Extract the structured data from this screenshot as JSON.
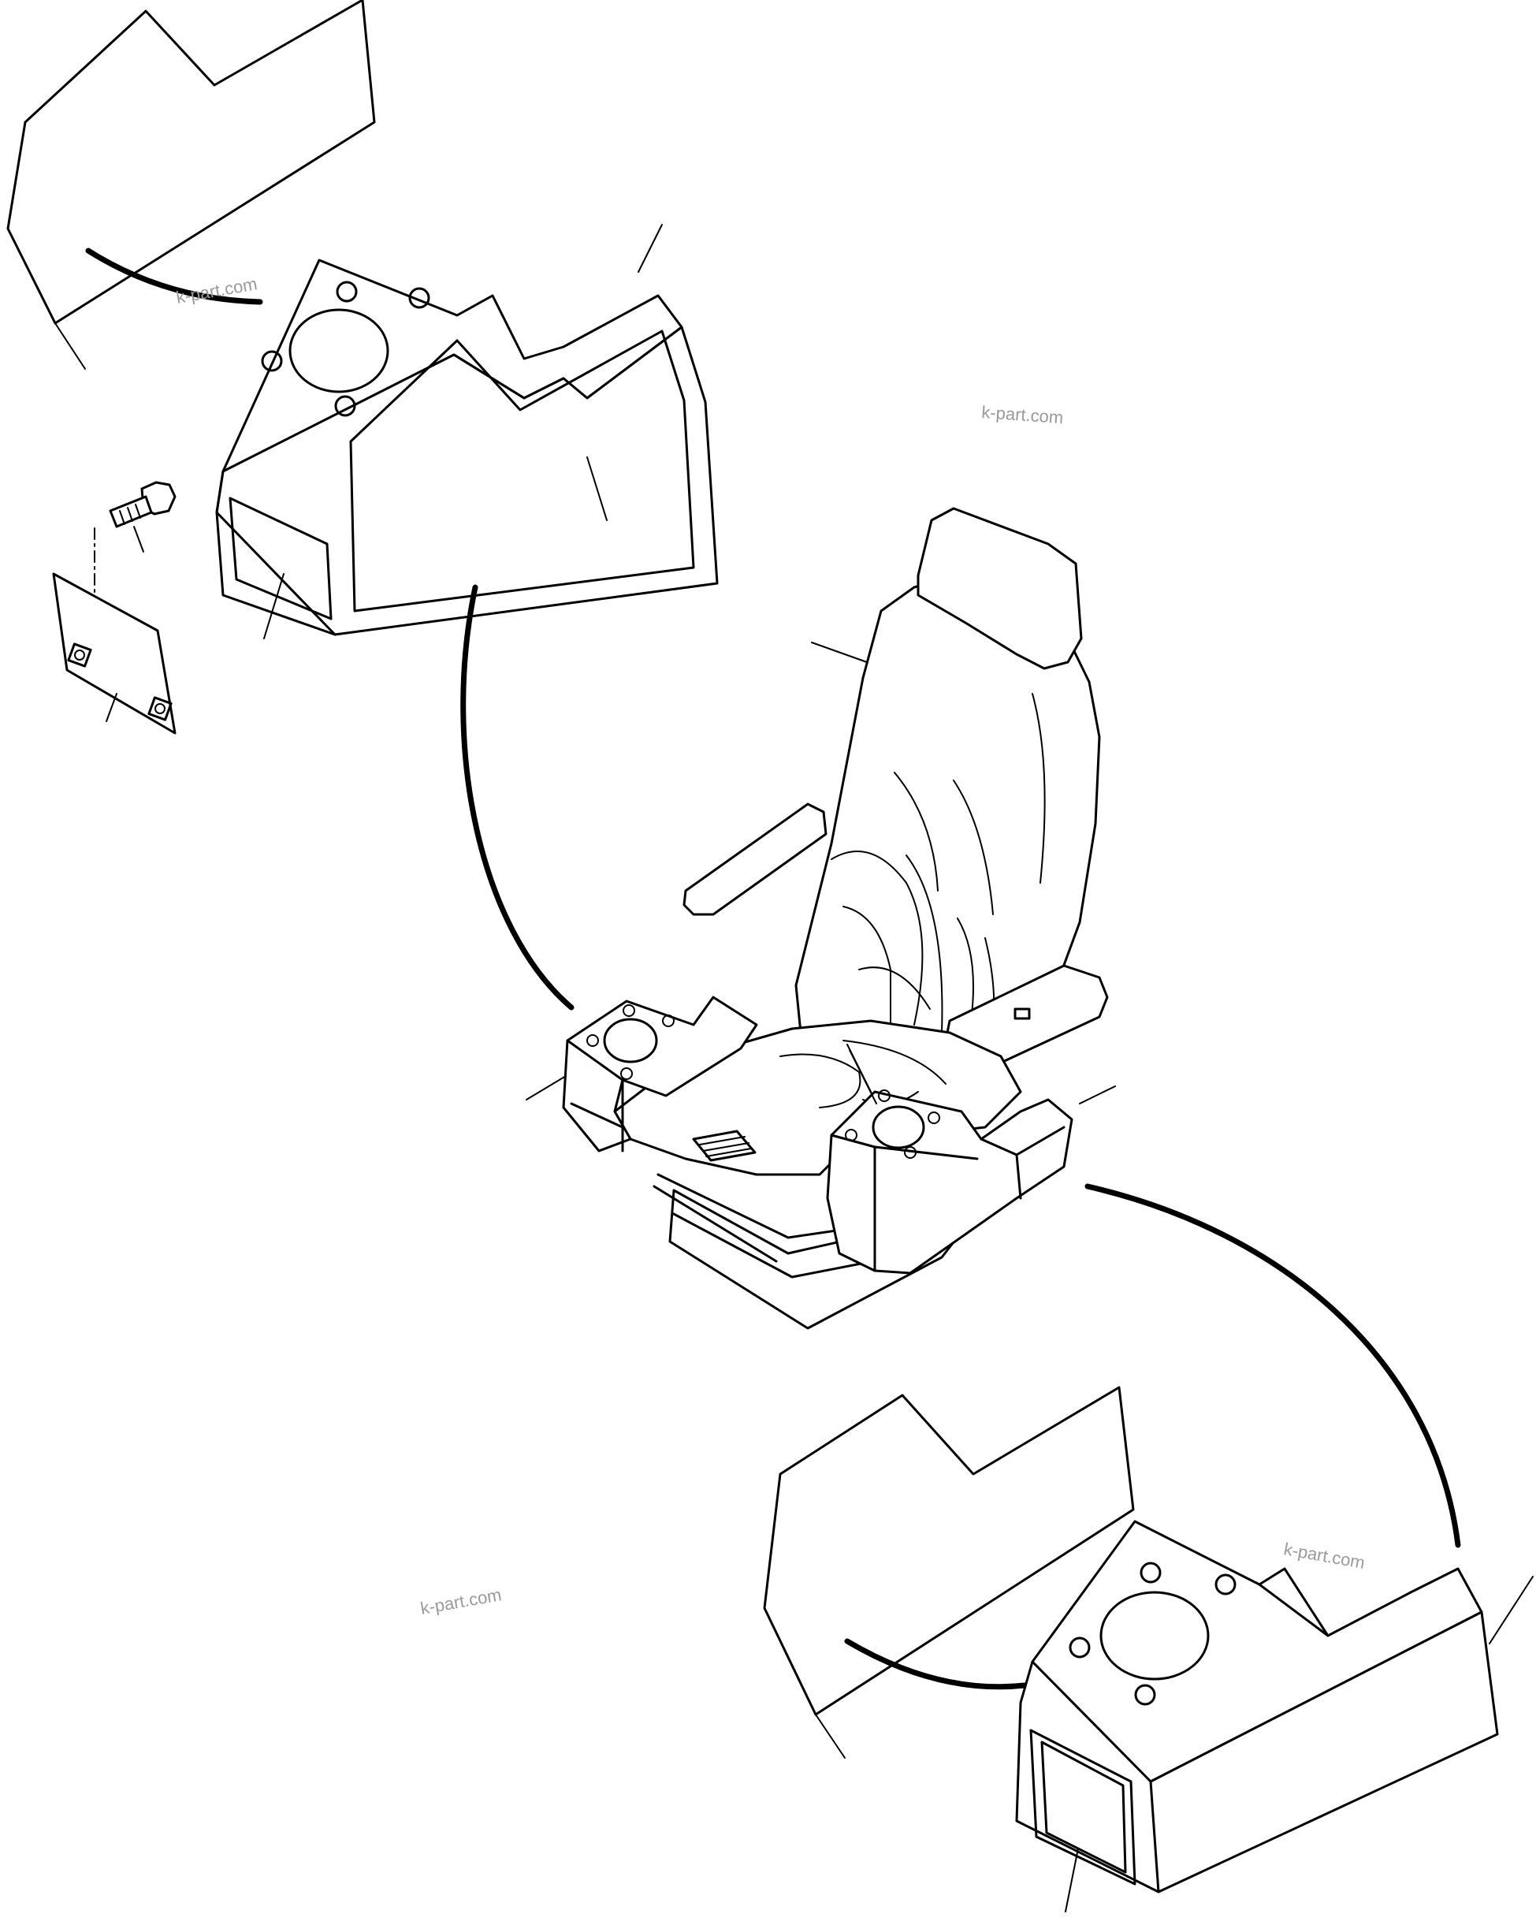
{
  "watermarks": [
    {
      "text": "k-part.com"
    },
    {
      "text": "k-part.com"
    },
    {
      "text": "k-part.com"
    },
    {
      "text": "k-part.com"
    }
  ],
  "colors": {
    "line": "#000000",
    "watermark": "#9a9a9a",
    "background": "#ffffff"
  }
}
